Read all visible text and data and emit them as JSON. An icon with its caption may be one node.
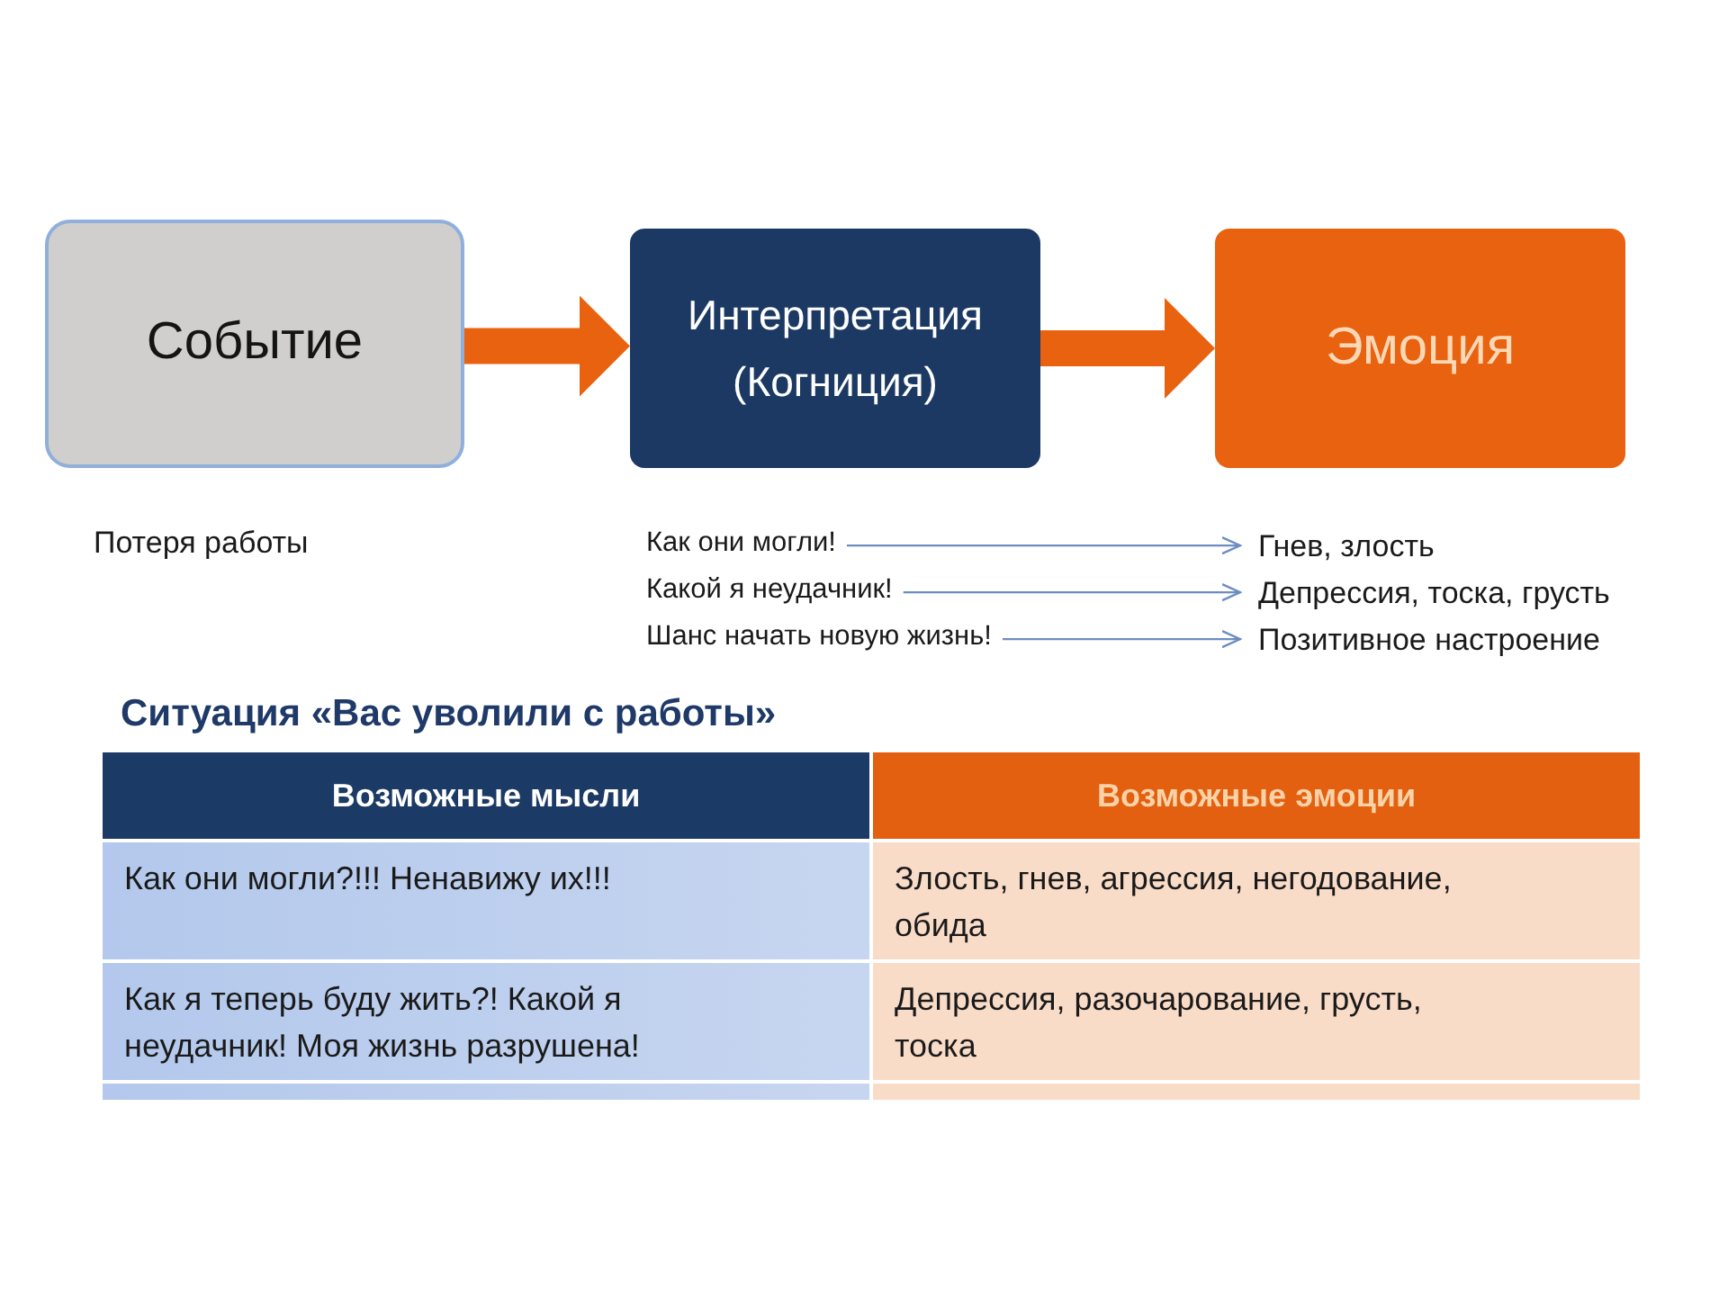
{
  "diagram": {
    "nodes": [
      {
        "text": [
          "Событие"
        ]
      },
      {
        "text": [
          "Интерпретация (Когниция)"
        ]
      },
      {
        "text": [
          "Эмоция"
        ]
      },
      {
        "text": [
          "Как они могли!"
        ]
      },
      {
        "text": [
          "Какой я неудачник!"
        ]
      },
      {
        "text": [
          "Шанс начать новую жизнь!"
        ]
      },
      {
        "text": [
          "Гнев, злость"
        ]
      },
      {
        "text": [
          "Депрессия, тоска, грусть"
        ]
      },
      {
        "text": [
          "Позитивное настроение"
        ]
      }
    ],
    "edges": [
      {
        "from": 0,
        "to": 1,
        "arrow": "to",
        "style": "thick",
        "color": "#e8620f"
      },
      {
        "from": 1,
        "to": 2,
        "arrow": "to",
        "style": "thick",
        "color": "#e8620f"
      },
      {
        "from": 3,
        "to": 6,
        "arrow": "to"
      },
      {
        "from": 4,
        "to": 7,
        "arrow": "to"
      },
      {
        "from": 5,
        "to": 8,
        "arrow": "to"
      }
    ],
    "labels": [
      "Потеря работы",
      "Ситуация «Вас уволили с работы»",
      "Возможные мысли",
      "Возможные эмоции",
      "Как они могли?!!! Ненавижу их!!!",
      "Злость, гнев, агрессия, негодование, обида",
      "Как я теперь буду жить?! Какой я неудачник! Моя жизнь разрушена!",
      "Депрессия, разочарование, грусть, тоска"
    ]
  }
}
